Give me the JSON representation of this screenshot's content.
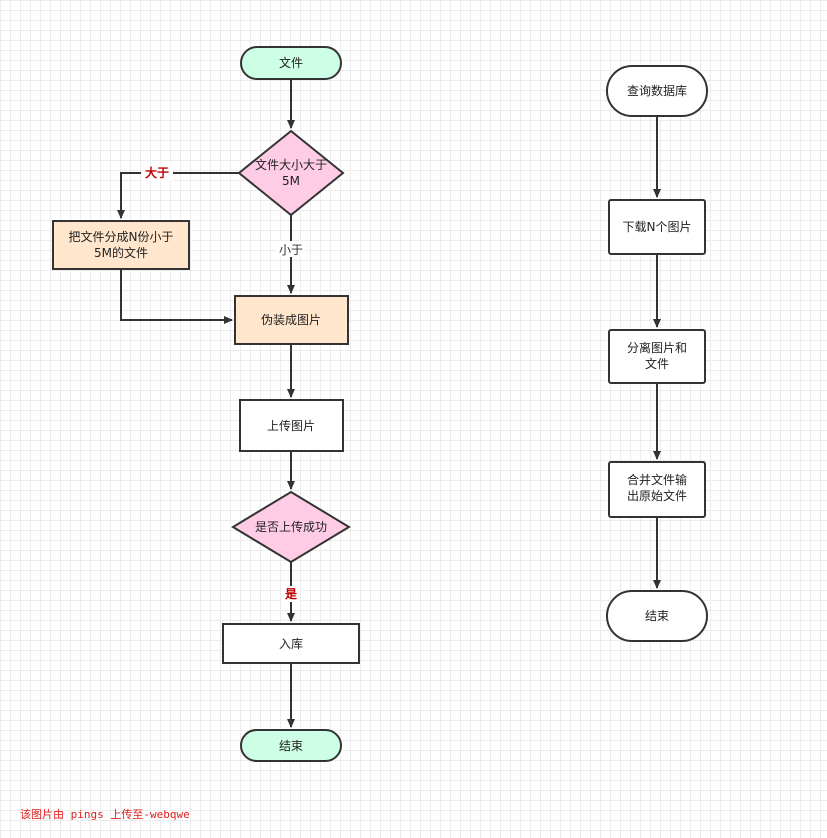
{
  "left_flow": {
    "start": "文件",
    "size_check": [
      "文件大小大于",
      "5M"
    ],
    "label_greater": "大于",
    "split": [
      "把文件分成N份小于",
      "5M的文件"
    ],
    "label_less": "小于",
    "disguise": "伪装成图片",
    "upload": "上传图片",
    "upload_check": "是否上传成功",
    "label_yes": "是",
    "store": "入库",
    "end": "结束"
  },
  "right_flow": {
    "query": "查询数据库",
    "download": "下载N个图片",
    "separate": [
      "分离图片和",
      "文件"
    ],
    "merge": [
      "合并文件输",
      "出原始文件"
    ],
    "end": "结束"
  },
  "watermark": "该图片由 pings 上传至-webqwe",
  "colors": {
    "terminal_fill": "#ccffe6",
    "decision_fill": "#ffcce6",
    "process_fill": "#ffe6cc",
    "plain_fill": "#ffffff",
    "stroke": "#333333",
    "label_red": "#c00000"
  }
}
